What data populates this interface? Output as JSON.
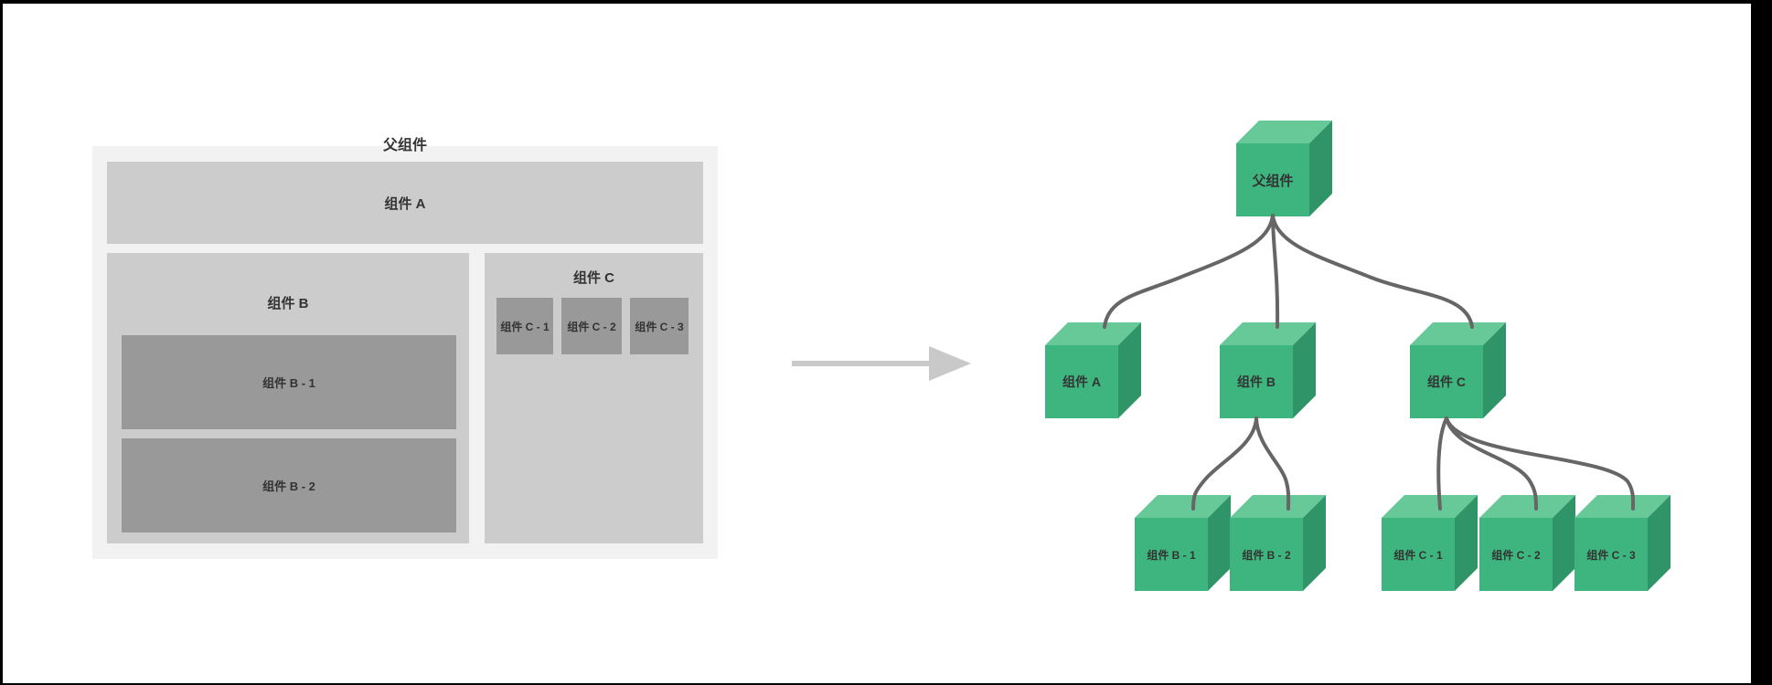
{
  "page": {
    "background": "#000000",
    "canvas": "#ffffff"
  },
  "left_diagram": {
    "parent_label": "父组件",
    "component_a": "组件 A",
    "component_b": "组件 B",
    "component_b_children": [
      "组件 B - 1",
      "组件 B - 2"
    ],
    "component_c": "组件 C",
    "component_c_children": [
      "组件 C - 1",
      "组件 C - 2",
      "组件 C - 3"
    ],
    "colors": {
      "outer_box": "#f2f2f2",
      "container_box": "#cccccc",
      "leaf_box": "#999999",
      "text": "#333333"
    }
  },
  "arrow": {
    "direction": "right",
    "color": "#c9c9c9"
  },
  "tree": {
    "nodes": [
      {
        "id": "parent",
        "label": "父组件"
      },
      {
        "id": "a",
        "label": "组件 A"
      },
      {
        "id": "b",
        "label": "组件 B"
      },
      {
        "id": "c",
        "label": "组件 C"
      },
      {
        "id": "b1",
        "label": "组件 B - 1"
      },
      {
        "id": "b2",
        "label": "组件 B - 2"
      },
      {
        "id": "c1",
        "label": "组件 C - 1"
      },
      {
        "id": "c2",
        "label": "组件 C - 2"
      },
      {
        "id": "c3",
        "label": "组件 C - 3"
      }
    ],
    "edges": [
      [
        "parent",
        "a"
      ],
      [
        "parent",
        "b"
      ],
      [
        "parent",
        "c"
      ],
      [
        "b",
        "b1"
      ],
      [
        "b",
        "b2"
      ],
      [
        "c",
        "c1"
      ],
      [
        "c",
        "c2"
      ],
      [
        "c",
        "c3"
      ]
    ],
    "cube_colors": {
      "top": "#68c998",
      "front": "#3eb57f",
      "side": "#2f9568"
    },
    "edge_color": "#666666",
    "text_color": "#333333"
  }
}
